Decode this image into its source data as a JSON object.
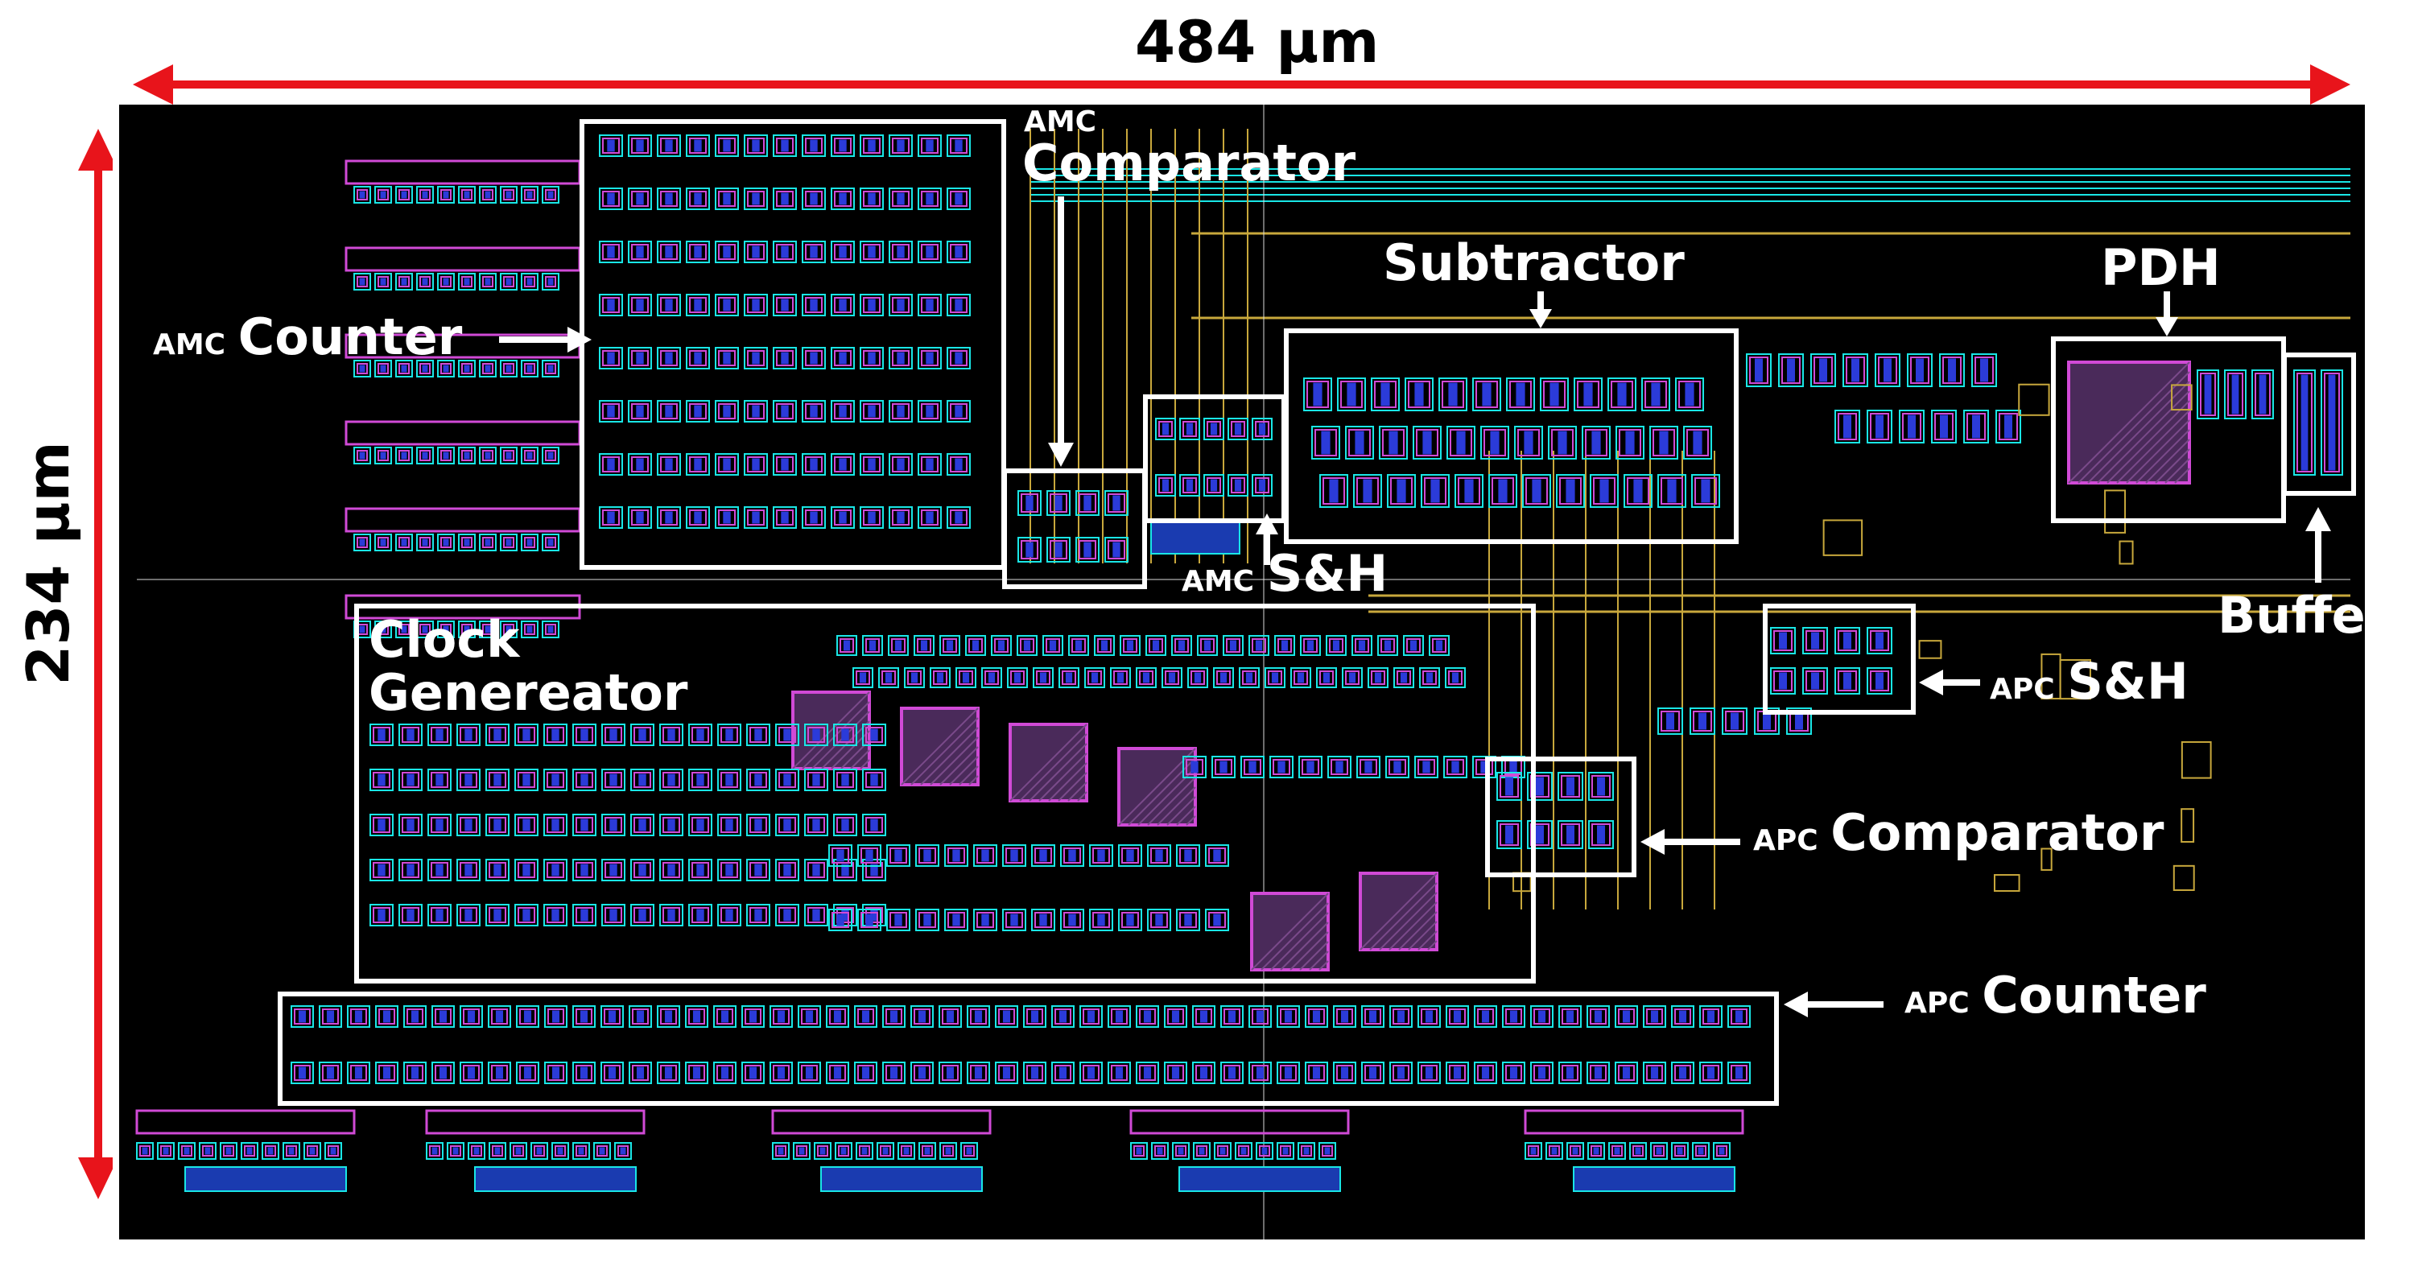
{
  "dimensions": {
    "width_label": "484 μm",
    "height_label": "234 μm"
  },
  "colors": {
    "dimension_arrow": "#e8141b",
    "background": "#000000",
    "outline": "#ffffff",
    "layout_cyan": "#19e6e6",
    "layout_magenta": "#d04ad6",
    "layout_yellow": "#c8a83c",
    "layout_blue": "#2b3bd9"
  },
  "blocks": {
    "amc_counter": {
      "prefix": "AMC",
      "name": "Counter"
    },
    "amc_comparator": {
      "prefix": "AMC",
      "name": "Comparator"
    },
    "subtractor": {
      "name": "Subtractor"
    },
    "pdh": {
      "name": "PDH"
    },
    "buffer": {
      "name": "Buffer"
    },
    "amc_sh": {
      "prefix": "AMC",
      "name": "S&H"
    },
    "clock_generator": {
      "name_line1": "Clock",
      "name_line2": "Genereator"
    },
    "apc_sh": {
      "prefix": "APC",
      "name": "S&H"
    },
    "apc_comparator": {
      "prefix": "APC",
      "name": "Comparator"
    },
    "apc_counter": {
      "prefix": "APC",
      "name": "Counter"
    }
  }
}
